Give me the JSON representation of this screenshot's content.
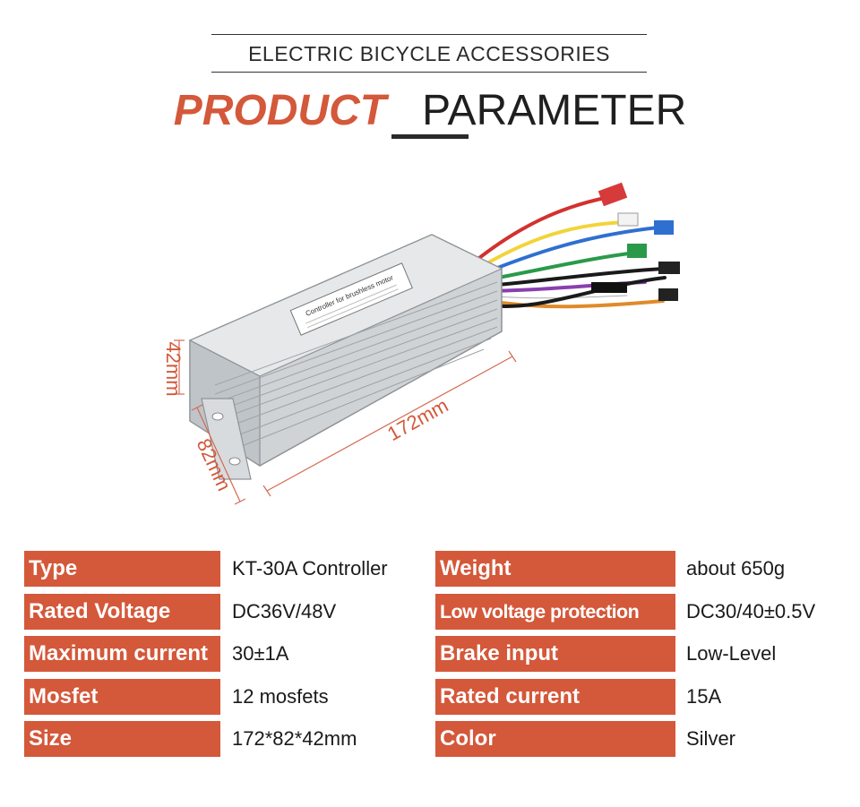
{
  "header": {
    "subtitle": "ELECTRIC BICYCLE ACCESSORIES",
    "title_accent": "PRODUCT",
    "title_plain": "PARAMETER"
  },
  "figure": {
    "dim_height": "42mm",
    "dim_width": "82mm",
    "dim_length": "172mm",
    "label_text": "Controller for brushless motor"
  },
  "colors": {
    "accent": "#d4583a",
    "casing": "#d9dcdf"
  },
  "specs": {
    "left": [
      {
        "label": "Type",
        "value": "KT-30A Controller"
      },
      {
        "label": "Rated Voltage",
        "value": "DC36V/48V"
      },
      {
        "label": "Maximum current",
        "value": "30±1A"
      },
      {
        "label": "Mosfet",
        "value": "12 mosfets"
      },
      {
        "label": "Size",
        "value": "172*82*42mm"
      }
    ],
    "right": [
      {
        "label": "Weight",
        "value": "about 650g"
      },
      {
        "label": "Low voltage protection",
        "value": "DC30/40±0.5V"
      },
      {
        "label": "Brake input",
        "value": "Low-Level"
      },
      {
        "label": "Rated current",
        "value": "15A"
      },
      {
        "label": "Color",
        "value": "Silver"
      }
    ]
  }
}
